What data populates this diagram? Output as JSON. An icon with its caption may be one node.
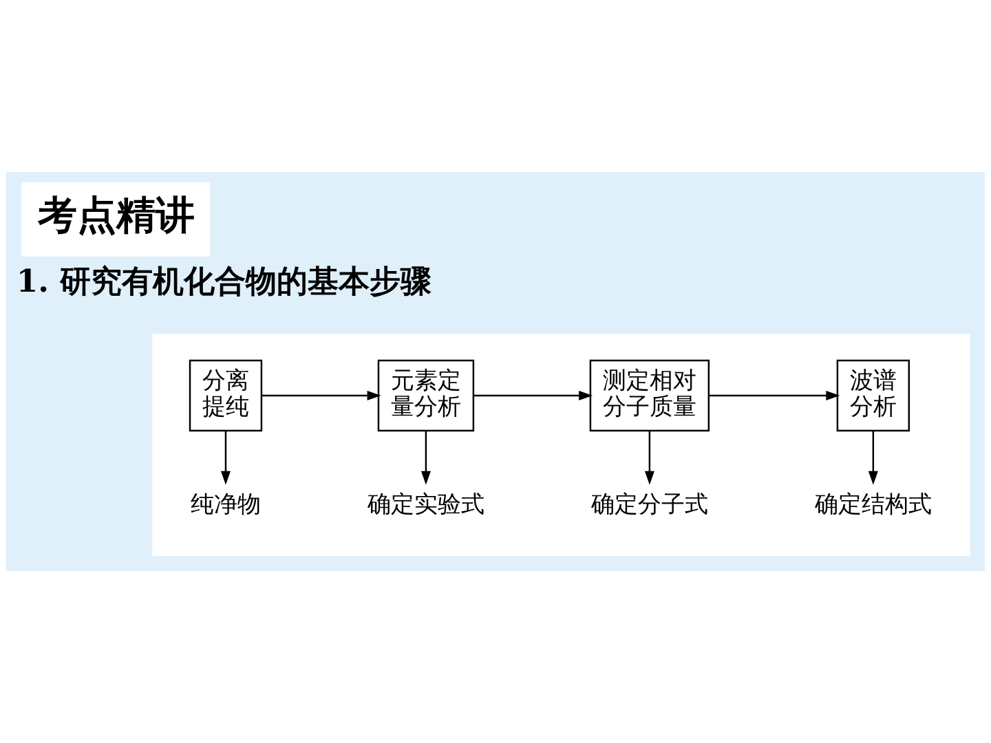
{
  "diagram": {
    "title": "考点精讲",
    "nodes": [
      {
        "text": [],
        "shape": "box"
      },
      {
        "text": [
          "分离提纯"
        ],
        "in": 0
      },
      {
        "text": [
          "元素定量分析"
        ],
        "in": 0
      },
      {
        "text": [
          "测定相对分子质量"
        ],
        "in": 0
      },
      {
        "text": [
          "波谱分析"
        ],
        "in": 0
      },
      {
        "text": [
          "纯净物"
        ],
        "in": 0
      },
      {
        "text": [
          "确定实验式"
        ],
        "in": 0
      },
      {
        "text": [
          "确定分子式"
        ],
        "in": 0
      },
      {
        "text": [
          "确定结构式"
        ],
        "in": 0
      }
    ],
    "edges": [
      {
        "from": 1,
        "to": 2,
        "arrow": "to"
      },
      {
        "from": 2,
        "to": 3,
        "arrow": "to"
      },
      {
        "from": 3,
        "to": 4,
        "arrow": "to"
      },
      {
        "from": 1,
        "to": 5,
        "arrow": "to"
      },
      {
        "from": 2,
        "to": 6,
        "arrow": "to"
      },
      {
        "from": 3,
        "to": 7,
        "arrow": "to"
      },
      {
        "from": 4,
        "to": 8,
        "arrow": "to"
      }
    ],
    "labels": [
      "1. 研究有机化合物的基本步骤"
    ]
  }
}
